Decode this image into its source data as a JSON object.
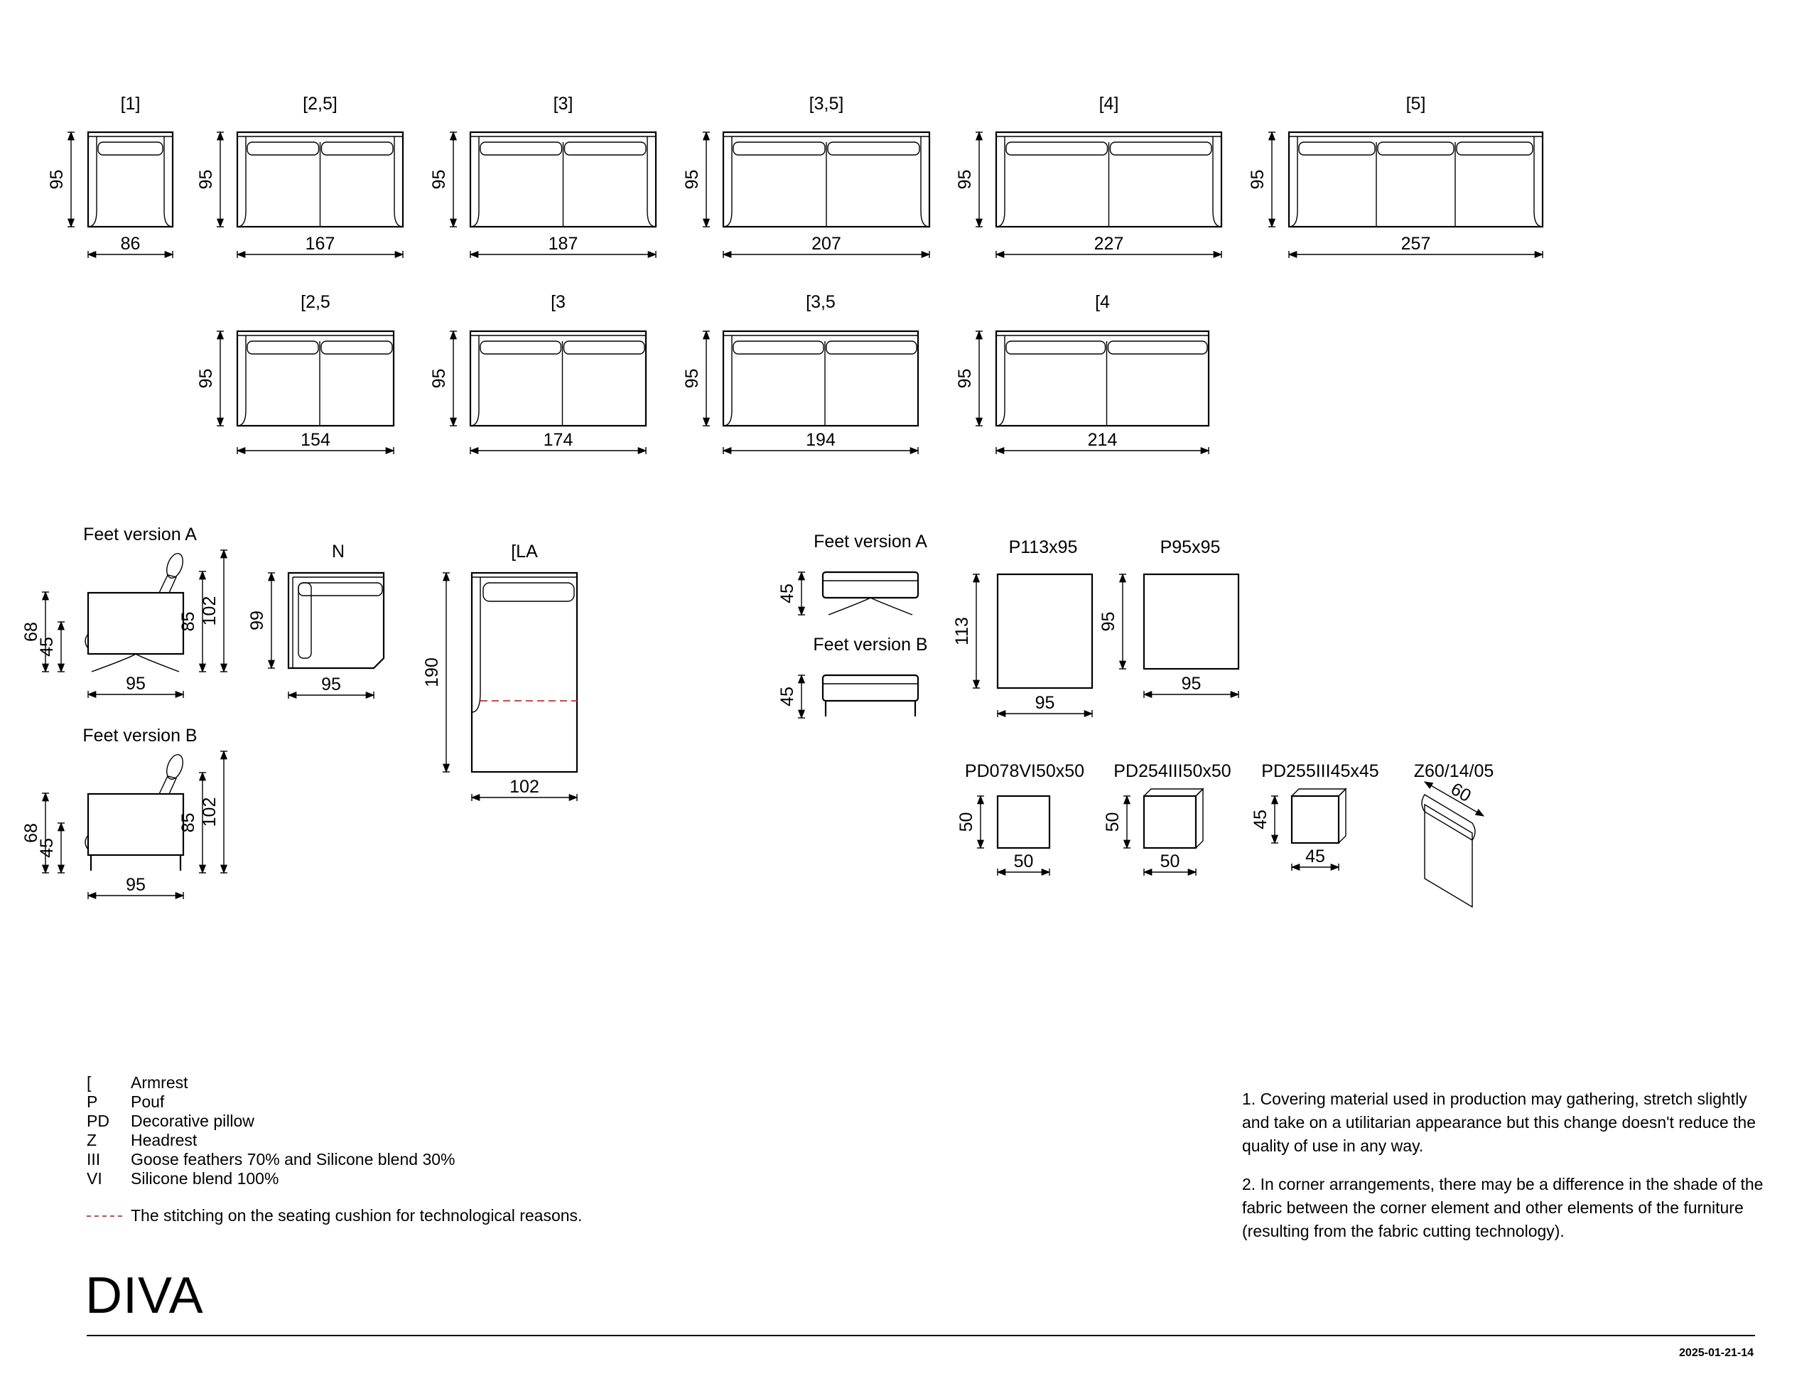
{
  "sofas_row1": [
    {
      "label": "[1]",
      "height": "95",
      "width": "86",
      "seats": 1,
      "arms": "both"
    },
    {
      "label": "[2,5]",
      "height": "95",
      "width": "167",
      "seats": 2,
      "arms": "both"
    },
    {
      "label": "[3]",
      "height": "95",
      "width": "187",
      "seats": 2,
      "arms": "both"
    },
    {
      "label": "[3,5]",
      "height": "95",
      "width": "207",
      "seats": 2,
      "arms": "both"
    },
    {
      "label": "[4]",
      "height": "95",
      "width": "227",
      "seats": 2,
      "arms": "both"
    },
    {
      "label": "[5]",
      "height": "95",
      "width": "257",
      "seats": 3,
      "arms": "both"
    }
  ],
  "sofas_row2": [
    {
      "label": "[2,5",
      "height": "95",
      "width": "154",
      "seats": 2,
      "arms": "left"
    },
    {
      "label": "[3",
      "height": "95",
      "width": "174",
      "seats": 2,
      "arms": "left"
    },
    {
      "label": "[3,5",
      "height": "95",
      "width": "194",
      "seats": 2,
      "arms": "left"
    },
    {
      "label": "[4",
      "height": "95",
      "width": "214",
      "seats": 2,
      "arms": "left"
    }
  ],
  "side_views": [
    {
      "title": "Feet version A",
      "feet": "A",
      "total_height": "68",
      "seat_height": "45",
      "back_height": "85",
      "headrest_height": "102",
      "depth": "95"
    },
    {
      "title": "Feet version B",
      "feet": "B",
      "total_height": "68",
      "seat_height": "45",
      "back_height": "85",
      "headrest_height": "102",
      "depth": "95"
    }
  ],
  "corner": {
    "label": "N",
    "height": "99",
    "width": "95"
  },
  "chaise": {
    "label": "[LA",
    "height": "190",
    "width": "102"
  },
  "poufs": [
    {
      "title": "Feet version A",
      "feet": "A",
      "height": "45"
    },
    {
      "title": "Feet version B",
      "feet": "B",
      "height": "45"
    }
  ],
  "pouf_tops": [
    {
      "label": "P113x95",
      "height": "113",
      "width": "95"
    },
    {
      "label": "P95x95",
      "height": "95",
      "width": "95"
    }
  ],
  "pillows": [
    {
      "label": "PD078VI50x50",
      "height": "50",
      "width": "50",
      "style": "flat"
    },
    {
      "label": "PD254III50x50",
      "height": "50",
      "width": "50",
      "style": "box"
    },
    {
      "label": "PD255III45x45",
      "height": "45",
      "width": "45",
      "style": "box"
    }
  ],
  "headrest": {
    "label": "Z60/14/05",
    "width": "60"
  },
  "legend": [
    {
      "code": "[",
      "text": "Armrest"
    },
    {
      "code": "P",
      "text": "Pouf"
    },
    {
      "code": "PD",
      "text": "Decorative pillow"
    },
    {
      "code": "Z",
      "text": "Headrest"
    },
    {
      "code": "III",
      "text": "Goose feathers 70% and Silicone blend 30%"
    },
    {
      "code": "VI",
      "text": "Silicone blend 100%"
    }
  ],
  "stitching_note": "The stitching on the seating cushion for technological reasons.",
  "stitch_color": "#e04040",
  "notes": [
    "1. Covering material used in production may gathering, stretch slightly and take on a utilitarian appearance but this change doesn't reduce the quality of use in any way.",
    "2. In corner arrangements, there may be a difference in the shade of the fabric between the corner element and other elements of the furniture (resulting from the fabric cutting technology)."
  ],
  "brand": "DIVA",
  "date": "2025-01-21-14"
}
